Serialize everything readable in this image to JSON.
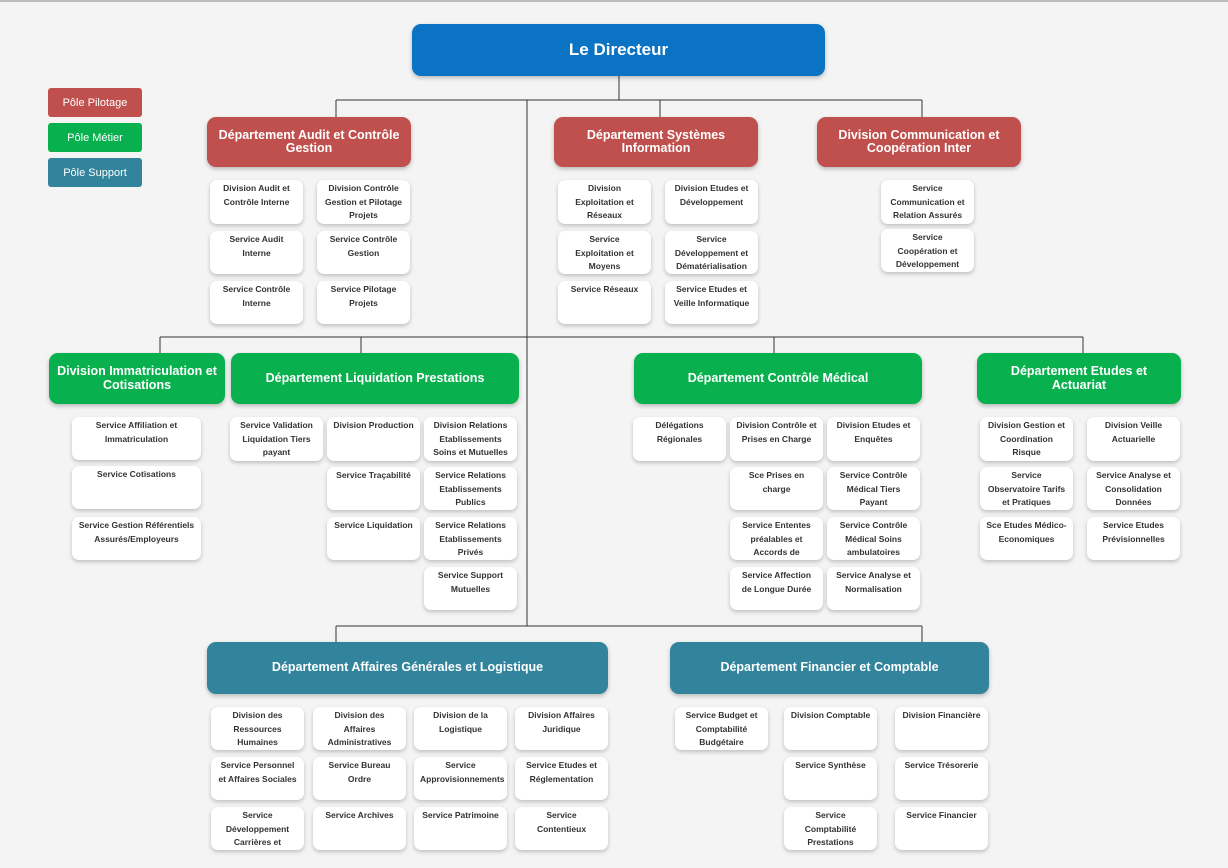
{
  "director": "Le Directeur",
  "legend": {
    "pilotage": "Pôle Pilotage",
    "metier": "Pôle Métier",
    "support": "Pôle Support"
  },
  "colors": {
    "director": "#0a73c4",
    "pilotage": "#c0504d",
    "metier": "#09b14e",
    "support": "#31849b"
  },
  "audit": {
    "title": "Département Audit et Contrôle Gestion",
    "items": [
      "Division Audit et Contrôle Interne",
      "Division Contrôle Gestion et Pilotage Projets",
      "Service Audit Interne",
      "Service Contrôle Gestion",
      "Service Contrôle Interne",
      "Service Pilotage Projets"
    ]
  },
  "si": {
    "title": "Département Systèmes Information",
    "items": [
      "Division Exploitation et Réseaux",
      "Division Etudes et Développement",
      "Service Exploitation et Moyens Informatiques",
      "Service Développement et Dématérialisation",
      "Service Réseaux",
      "Service Etudes et Veille Informatique"
    ]
  },
  "com": {
    "title": "Division Communication et Coopération Inter",
    "items": [
      "Service Communication et Relation Assurés",
      "Service Coopération et Développement Partenariat"
    ]
  },
  "immat": {
    "title": "Division Immatriculation et Cotisations",
    "items": [
      "Service Affiliation et Immatriculation",
      "Service Cotisations",
      "Service Gestion Référentiels Assurés/Employeurs"
    ]
  },
  "liq": {
    "title": "Département Liquidation Prestations",
    "items": [
      "Service Validation Liquidation Tiers payant",
      "Division Production",
      "Division Relations Etablissements Soins et Mutuelles",
      "Service Traçabilité",
      "Service Relations Etablissements Publics",
      "Service Liquidation",
      "Service Relations Etablissements Privés",
      "Service Support Mutuelles"
    ]
  },
  "med": {
    "title": "Département Contrôle Médical",
    "items": [
      "Délégations Régionales",
      "Division Contrôle et Prises en Charge",
      "Division Etudes et Enquêtes",
      "Sce Prises en charge",
      "Service Contrôle Médical Tiers Payant",
      "Service Ententes préalables et Accords de",
      "Service Contrôle Médical Soins ambulatoires",
      "Service Affection de Longue Durée",
      "Service Analyse et Normalisation"
    ]
  },
  "act": {
    "title": "Département Etudes et Actuariat",
    "items": [
      "Division Gestion et Coordination Risque",
      "Division Veille Actuarielle",
      "Service Observatoire Tarifs et Pratiques",
      "Service Analyse et Consolidation Données",
      "Sce Etudes Médico-Economiques",
      "Service Etudes Prévisionnelles"
    ]
  },
  "agl": {
    "title": "Département Affaires Générales et Logistique",
    "items": [
      "Division des Ressources Humaines",
      "Division des Affaires Administratives",
      "Division de la Logistique",
      "Division Affaires Juridique",
      "Service Personnel et Affaires Sociales",
      "Service Bureau Ordre",
      "Service Approvisionnements",
      "Service Etudes et Réglementation",
      "Service Développement Carrières et",
      "Service Archives",
      "Service Patrimoine",
      "Service Contentieux"
    ]
  },
  "fin": {
    "title": "Département Financier et Comptable",
    "items": [
      "Service Budget et Comptabilité Budgétaire",
      "Division Comptable",
      "Division Financière",
      "Service Synthèse",
      "Service Trésorerie",
      "Service Comptabilité Prestations",
      "Service Financier"
    ]
  }
}
